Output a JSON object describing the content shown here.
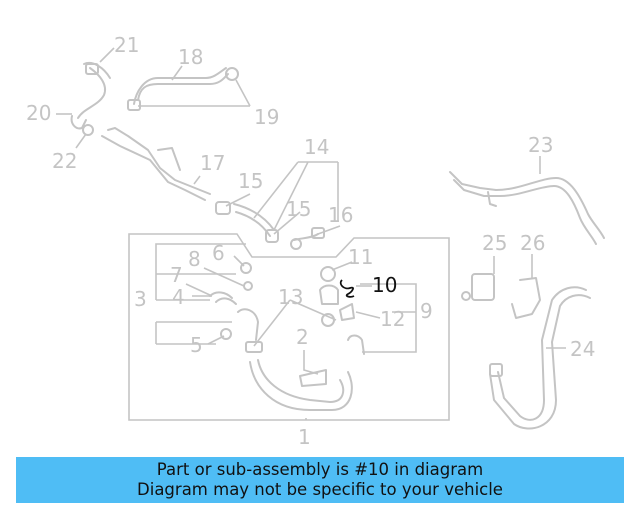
{
  "callouts": [
    "1",
    "2",
    "3",
    "4",
    "5",
    "6",
    "7",
    "8",
    "9",
    "10",
    "11",
    "12",
    "13",
    "14",
    "15",
    "15",
    "16",
    "17",
    "18",
    "19",
    "20",
    "21",
    "22",
    "23",
    "24",
    "25",
    "26"
  ],
  "highlighted_part": "10",
  "banner": {
    "line1": "Part or sub-assembly is #10 in diagram",
    "line2": "Diagram may not be specific to your vehicle"
  },
  "colors": {
    "banner": "#4fbdf5",
    "faded": "#c4c4c4",
    "highlight": "#111111"
  }
}
